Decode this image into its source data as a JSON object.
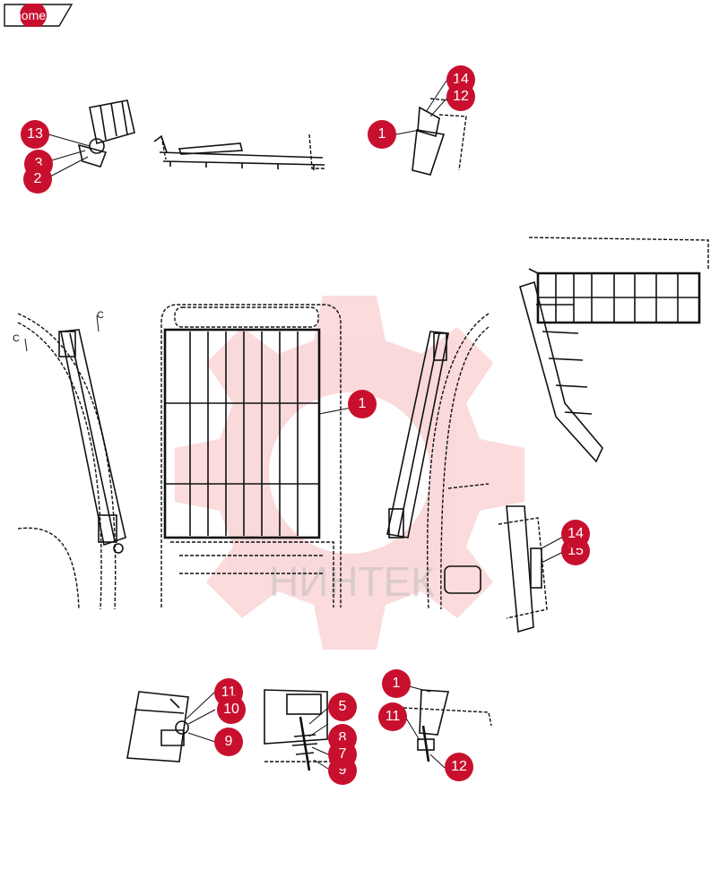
{
  "nav": {
    "home_label": "home"
  },
  "views": {
    "section_c_1": "C",
    "section_c_2": "C"
  },
  "callouts": {
    "top_left_13": "13",
    "top_left_hidden": "3",
    "top_left_2": "2",
    "top_right_hidden": "14",
    "top_right_12": "12",
    "top_right_1": "1",
    "main_1": "1",
    "side_14": "14",
    "side_15": "15",
    "bl_hidden": "11",
    "bl_10": "10",
    "bl_9": "9",
    "bm_5": "5",
    "bm_hidden": "8",
    "bm_7": "7",
    "bm_9b": "9",
    "br_1": "1",
    "br_11": "11",
    "br_12": "12"
  },
  "watermark": {
    "text": "НИНТЕК",
    "color": "#e8353b"
  },
  "colors": {
    "callout": "#c8102e",
    "line": "#111111"
  }
}
